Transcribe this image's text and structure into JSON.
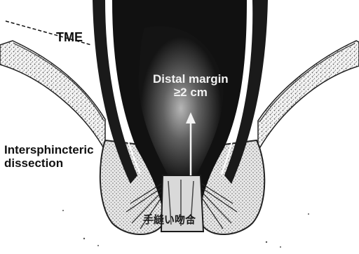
{
  "labels": {
    "tme": "TME",
    "intersphincteric_line1": "Intersphincteric",
    "intersphincteric_line2": "dissection",
    "distal_margin_line1": "Distal margin",
    "distal_margin_line2": "≥2 cm",
    "anastomosis_jp": "手縫い吻合"
  },
  "colors": {
    "background": "#ffffff",
    "lumen": "#101010",
    "wall": "#1c1c1c",
    "muscle_stipple": "#9a9a9a",
    "arrow": "#f4f4f4"
  },
  "icons": {
    "arrow": "up-arrow-icon"
  }
}
